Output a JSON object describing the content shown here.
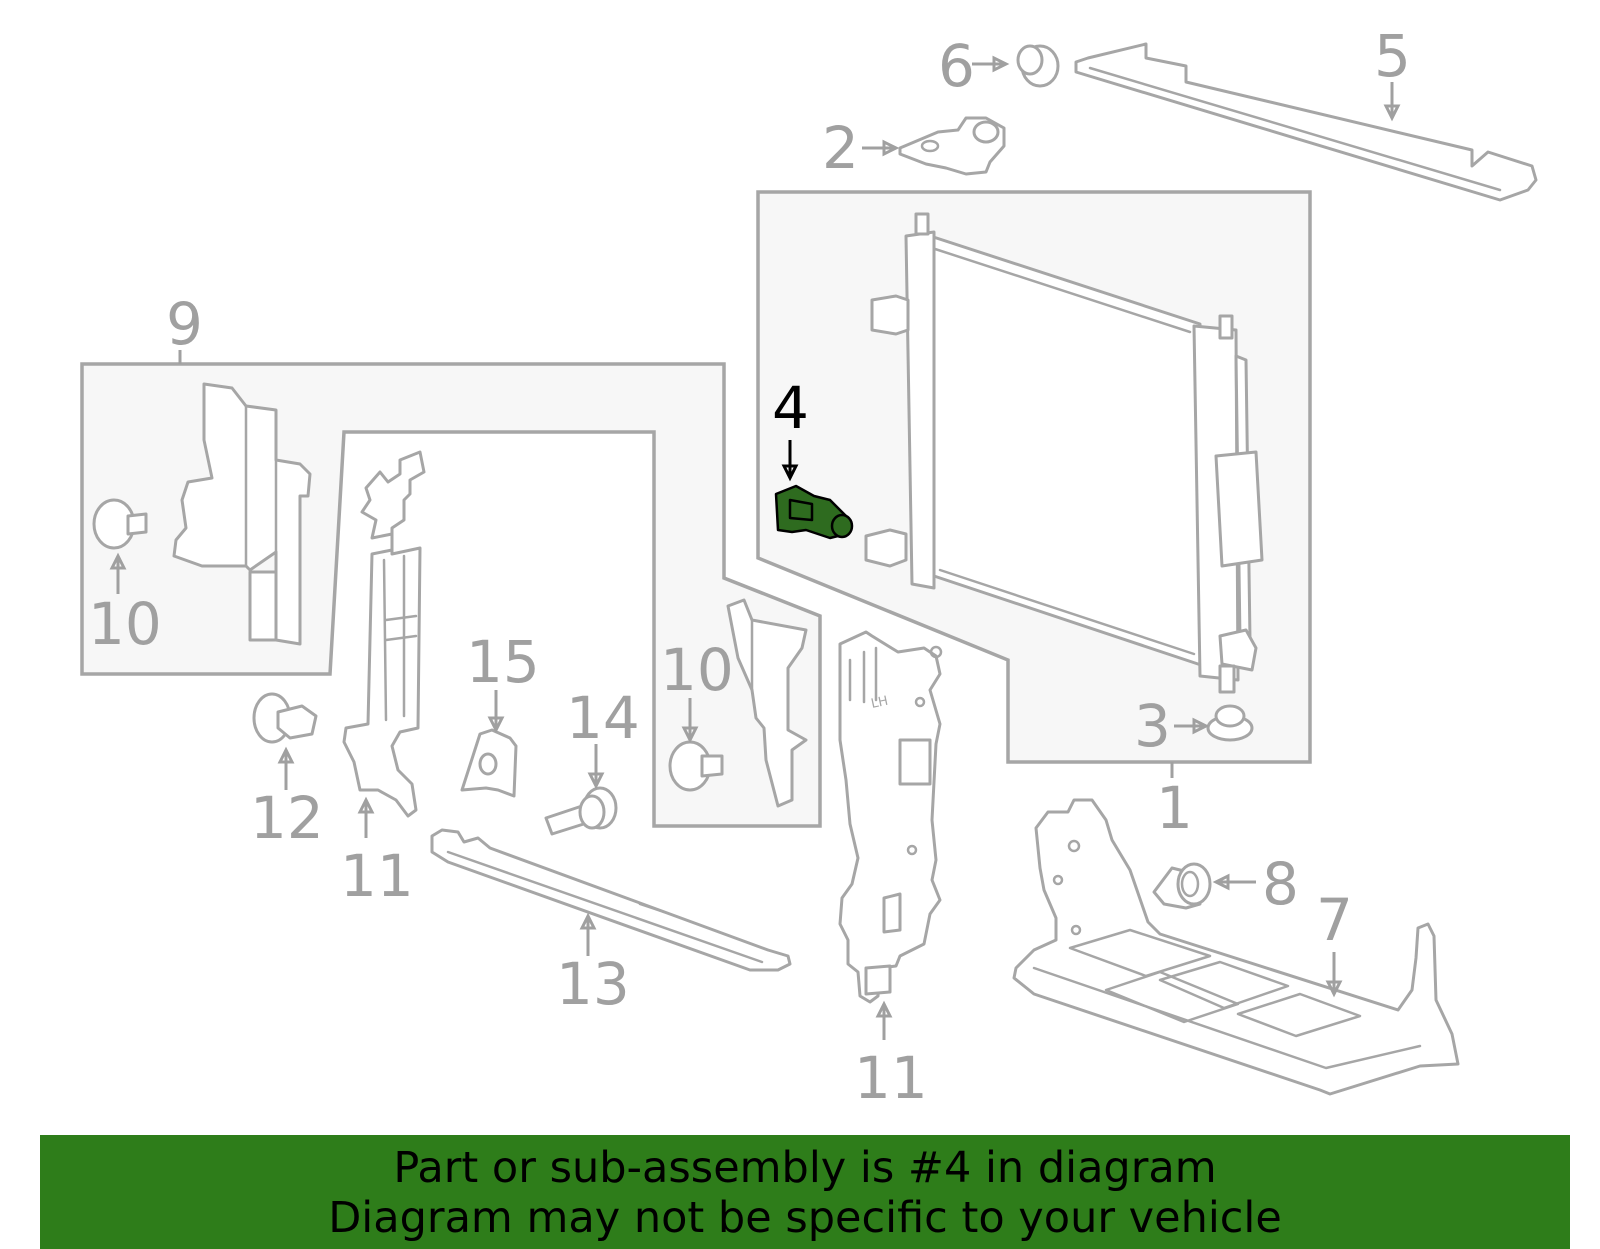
{
  "callouts": [
    {
      "id": "c1",
      "label": "1"
    },
    {
      "id": "c2",
      "label": "2"
    },
    {
      "id": "c3",
      "label": "3"
    },
    {
      "id": "c4",
      "label": "4",
      "highlighted": true
    },
    {
      "id": "c5",
      "label": "5"
    },
    {
      "id": "c6",
      "label": "6"
    },
    {
      "id": "c7",
      "label": "7"
    },
    {
      "id": "c8",
      "label": "8"
    },
    {
      "id": "c9",
      "label": "9"
    },
    {
      "id": "c10a",
      "label": "10"
    },
    {
      "id": "c10b",
      "label": "10"
    },
    {
      "id": "c11a",
      "label": "11"
    },
    {
      "id": "c11b",
      "label": "11"
    },
    {
      "id": "c12",
      "label": "12"
    },
    {
      "id": "c13",
      "label": "13"
    },
    {
      "id": "c14",
      "label": "14"
    },
    {
      "id": "c15",
      "label": "15"
    }
  ],
  "part_marking": "LH",
  "banner": {
    "line1": "Part or sub-assembly is #4 in diagram",
    "line2": "Diagram may not be specific to your vehicle"
  },
  "colors": {
    "banner_bg": "#2e7d1a",
    "highlight_part": "#2e6b1f",
    "line_gray": "#a6a6a6",
    "group_fill": "#f7f7f7"
  }
}
